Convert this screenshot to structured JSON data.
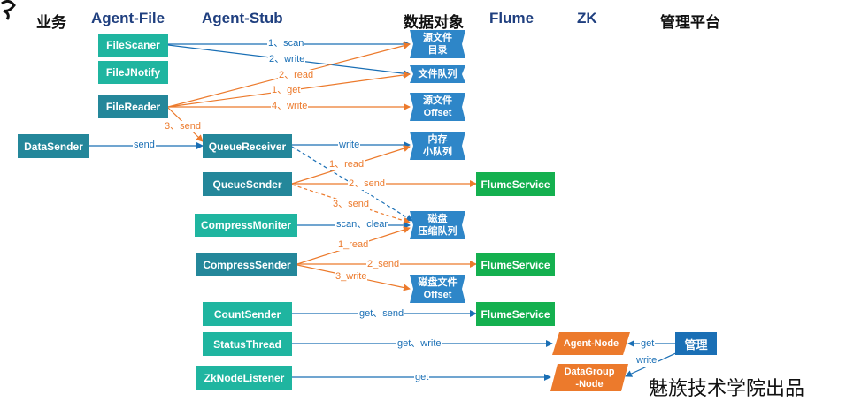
{
  "headers": {
    "business": "业务",
    "agent_file": "Agent-File",
    "agent_stub": "Agent-Stub",
    "data_object": "数据对象",
    "flume": "Flume",
    "zk": "ZK",
    "management": "管理平台"
  },
  "components": {
    "file_scaner": "FileScaner",
    "file_jnotify": "FileJNotify",
    "file_reader": "FileReader",
    "data_sender": "DataSender",
    "queue_receiver": "QueueReceiver",
    "queue_sender": "QueueSender",
    "compress_moniter": "CompressMoniter",
    "compress_sender": "CompressSender",
    "count_sender": "CountSender",
    "status_thread": "StatusThread",
    "zk_node_listener": "ZkNodeListener",
    "flume_service": "FlumeService",
    "agent_node": "Agent-Node",
    "datagroup_node_1": "DataGroup",
    "datagroup_node_2": "-Node",
    "mgmt": "管理"
  },
  "data_objects": {
    "src_dir_1": "源文件",
    "src_dir_2": "目录",
    "file_queue": "文件队列",
    "src_offset_1": "源文件",
    "src_offset_2": "Offset",
    "mem_queue_1": "内存",
    "mem_queue_2": "小队列",
    "disk_queue_1": "磁盘",
    "disk_queue_2": "压缩队列",
    "disk_offset_1": "磁盘文件",
    "disk_offset_2": "Offset"
  },
  "edge_labels": {
    "scan": "1、scan",
    "write_2": "2、write",
    "read_2": "2、read",
    "get_1": "1、get",
    "write_4": "4、write",
    "send_3": "3、send",
    "send": "send",
    "write": "write",
    "read_1": "1、read",
    "send_2": "2、send",
    "send_3b": "3、send",
    "scan_clear": "scan、clear",
    "read_1b": "1_read",
    "send_2b": "2_send",
    "write_3": "3_write",
    "get_send": "get、send",
    "get_write": "get、write",
    "get_mgmt": "get",
    "write_mgmt": "write",
    "get_zk": "get"
  },
  "footer": "魅族技术学院出品",
  "colors": {
    "blue_line": "#1a6fb5",
    "orange_line": "#ec7a2c",
    "teal": "#1fb5a0",
    "teal_dark": "#24879a",
    "green": "#14b04f",
    "data_object": "#2e86c8",
    "zk_node": "#ec7a2c"
  }
}
